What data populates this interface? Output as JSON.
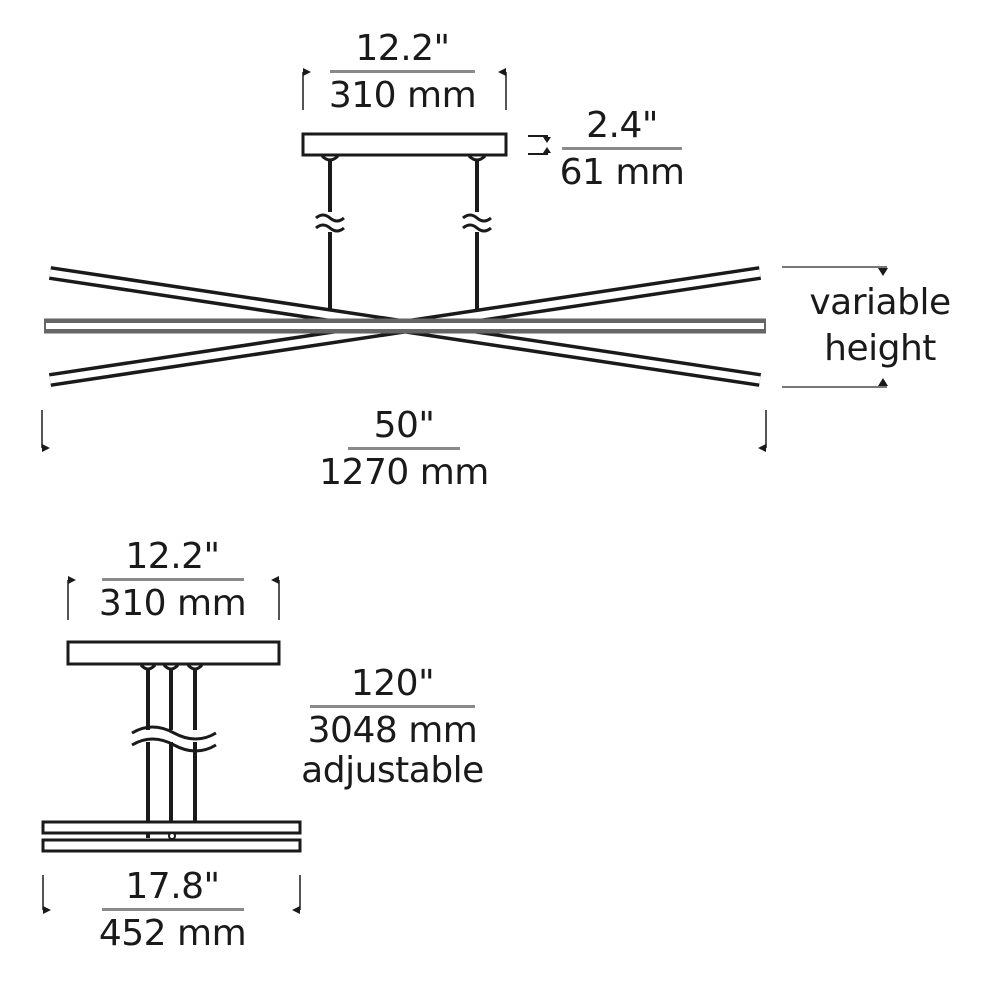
{
  "front_view": {
    "canopy_width": {
      "imperial": "12.2\"",
      "metric": "310 mm"
    },
    "canopy_height": {
      "imperial": "2.4\"",
      "metric": "61 mm"
    },
    "overall_width": {
      "imperial": "50\"",
      "metric": "1270 mm"
    },
    "variable_height": {
      "line1": "variable",
      "line2": "height"
    }
  },
  "side_view": {
    "canopy_width": {
      "imperial": "12.2\"",
      "metric": "310 mm"
    },
    "suspension_length": {
      "imperial": "120\"",
      "metric": "3048 mm",
      "note": "adjustable"
    },
    "fixture_depth": {
      "imperial": "17.8\"",
      "metric": "452 mm"
    }
  },
  "colors": {
    "line": "#1a1a1a",
    "dimension_line": "#8a8a8a",
    "background": "#ffffff"
  }
}
